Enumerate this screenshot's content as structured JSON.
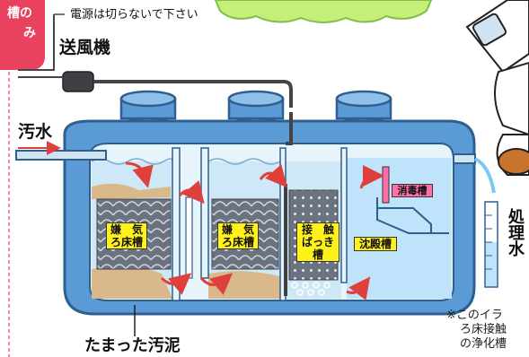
{
  "corner_tag": {
    "line1": "槽の",
    "line2": "み"
  },
  "power_note": "電源は切らないで下さい",
  "blower_label": "送風機",
  "sewage_label": "汚水",
  "sludge_label": "たまった汚泥",
  "chambers": [
    {
      "line1": "嫌　気",
      "line2": "ろ床槽"
    },
    {
      "line1": "嫌　気",
      "line2": "ろ床槽"
    },
    {
      "line1": "接　触",
      "line2": "ばっき槽"
    },
    {
      "line1": "沈殿槽",
      "line2": ""
    }
  ],
  "disinfection_label": "消毒槽",
  "treated_water_label": "処理水",
  "footnote": [
    "※このイラ",
    "ろ床接触",
    "の浄化槽"
  ],
  "colors": {
    "tank_shell": "#5b9bd5",
    "water": "#cfe8f7",
    "sludge": "#d9b98a",
    "filter_media": "#6b7280",
    "arrow": "#e0403c",
    "cloud": "#c6ef7a"
  }
}
